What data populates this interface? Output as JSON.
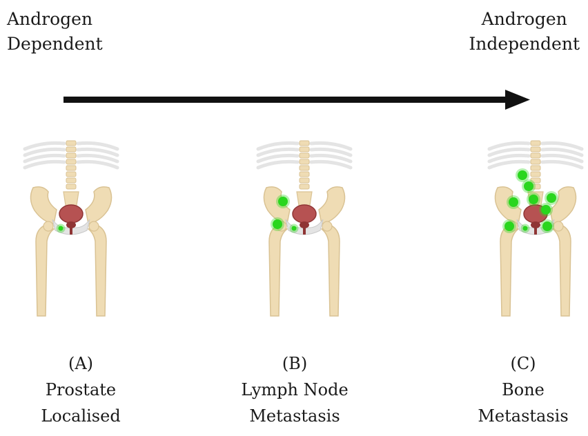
{
  "progression": {
    "start_label": [
      "Androgen",
      "Dependent"
    ],
    "end_label": [
      "Androgen",
      "Independent"
    ]
  },
  "colors": {
    "bone": "#efdcb4",
    "bone_shade": "#d9c293",
    "rib": "#e4e4e4",
    "prostate": "#b65252",
    "prostate_dark": "#8f3535",
    "metastasis": "#2ad61e",
    "arrow": "#111111"
  },
  "stages": [
    {
      "id": "A",
      "letter": "(A)",
      "title": "Prostate",
      "subtitle": "Localised",
      "icon": "pelvis-skeleton-icon",
      "metastasis_sites": [
        "prostate"
      ]
    },
    {
      "id": "B",
      "letter": "(B)",
      "title": "Lymph Node",
      "subtitle": "Metastasis",
      "icon": "pelvis-skeleton-icon",
      "metastasis_sites": [
        "pelvic-lymph-node-upper",
        "pelvic-lymph-node-lower",
        "prostate"
      ]
    },
    {
      "id": "C",
      "letter": "(C)",
      "title": "Bone",
      "subtitle": "Metastasis",
      "icon": "pelvis-skeleton-icon",
      "metastasis_sites": [
        "lumbar-spine-upper",
        "lumbar-spine-lower",
        "sacrum",
        "iliac-left",
        "iliac-right-upper",
        "iliac-right-lower",
        "femoral-head-left",
        "femoral-head-right",
        "prostate"
      ]
    }
  ]
}
